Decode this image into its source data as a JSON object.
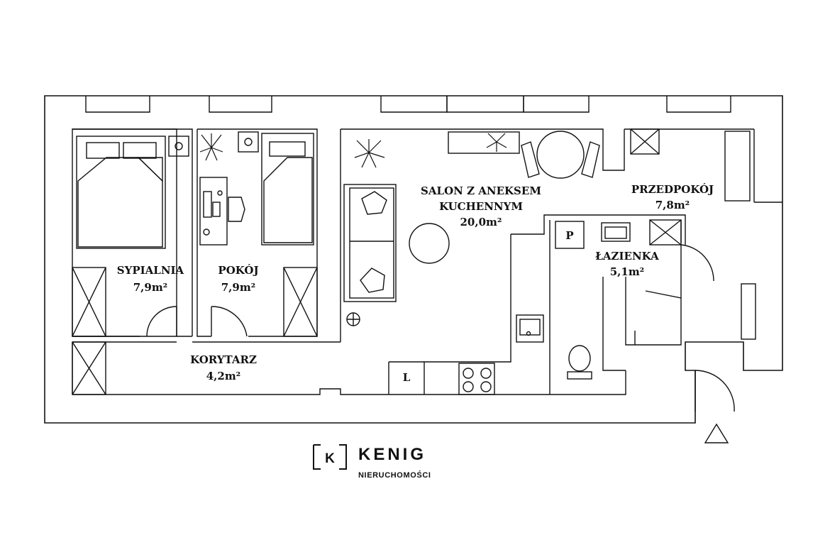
{
  "rooms": {
    "sypialnia": {
      "name": "SYPIALNIA",
      "area": "7,9m²"
    },
    "pokoj": {
      "name": "POKÓJ",
      "area": "7,9m²"
    },
    "salon": {
      "name_line1": "SALON Z ANEKSEM",
      "name_line2": "KUCHENNYM",
      "area": "20,0m²"
    },
    "przedpokoj": {
      "name": "PRZEDPOKÓJ",
      "area": "7,8m²"
    },
    "lazienka": {
      "name": "ŁAZIENKA",
      "area": "5,1m²"
    },
    "korytarz": {
      "name": "KORYTARZ",
      "area": "4,2m²"
    }
  },
  "fixtures": {
    "fridge_letter": "L",
    "washer_letter": "P"
  },
  "logo": {
    "mark_letter": "K",
    "title": "KENIG",
    "subtitle": "NIERUCHOMOŚCI"
  },
  "colors": {
    "line": "#111111",
    "background": "#ffffff"
  }
}
